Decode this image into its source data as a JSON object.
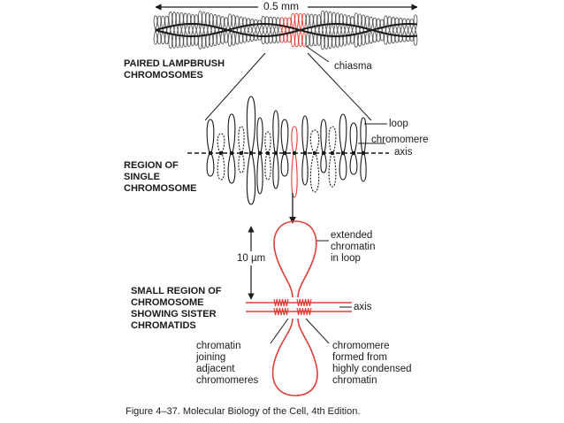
{
  "scale_label": "0.5 mm",
  "paired": {
    "line1": "PAIRED LAMPBRUSH",
    "line2": "CHROMOSOMES"
  },
  "chiasma": "chiasma",
  "loop": "loop",
  "chromomere": "chromomere",
  "axis_top": "axis",
  "region": {
    "line1": "REGION OF",
    "line2": "SINGLE",
    "line3": "CHROMOSOME"
  },
  "extended": {
    "line1": "extended",
    "line2": "chromatin",
    "line3": "in loop"
  },
  "micron": "10 µm",
  "small_region": {
    "line1": "SMALL REGION OF",
    "line2": "CHROMOSOME",
    "line3": "SHOWING SISTER",
    "line4": "CHROMATIDS"
  },
  "axis_bottom": "axis",
  "chromatin_joining": {
    "line1": "chromatin",
    "line2": "joining",
    "line3": "adjacent",
    "line4": "chromomeres"
  },
  "chromomere_formed": {
    "line1": "chromomere",
    "line2": "formed from",
    "line3": "highly condensed",
    "line4": "chromatin"
  },
  "caption": "Figure 4–37. Molecular Biology of the Cell, 4th Edition.",
  "colors": {
    "red": "#e0403a",
    "ink": "#1a1a1a",
    "gray": "#555555"
  }
}
